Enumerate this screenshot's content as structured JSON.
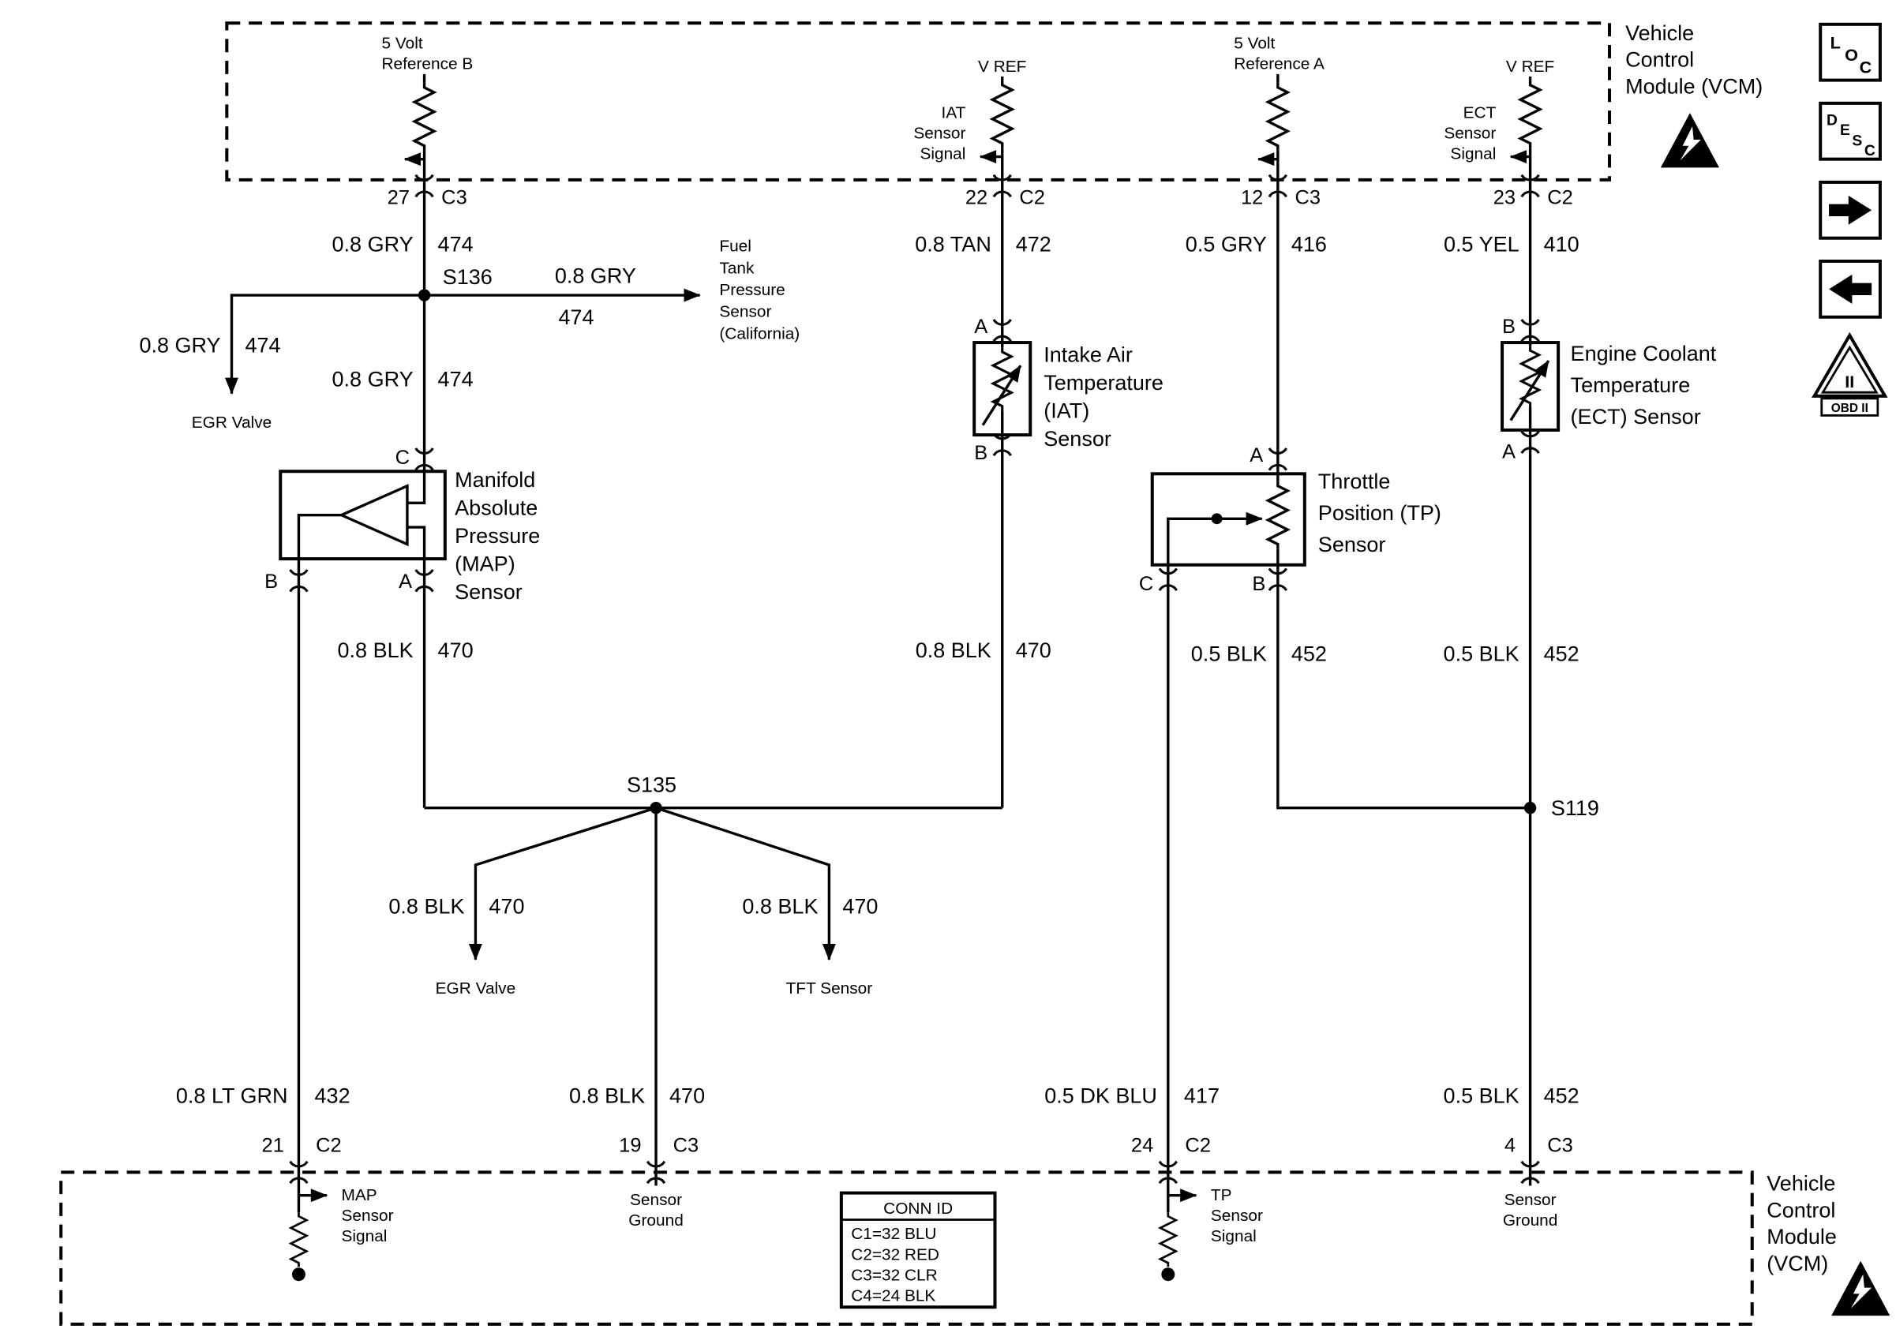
{
  "top_module": {
    "title": [
      "Vehicle",
      "Control",
      "Module (VCM)"
    ],
    "ref_b": [
      "5 Volt",
      "Reference B"
    ],
    "ref_a": [
      "5 Volt",
      "Reference A"
    ],
    "vref_iat": "V REF",
    "vref_ect": "V REF",
    "iat_signal": [
      "IAT",
      "Sensor",
      "Signal"
    ],
    "ect_signal": [
      "ECT",
      "Sensor",
      "Signal"
    ],
    "pins": {
      "map": {
        "pin": "27",
        "conn": "C3"
      },
      "iat": {
        "pin": "22",
        "conn": "C2"
      },
      "tp": {
        "pin": "12",
        "conn": "C3"
      },
      "ect": {
        "pin": "23",
        "conn": "C2"
      }
    }
  },
  "bottom_module": {
    "title": [
      "Vehicle",
      "Control",
      "Module",
      "(VCM)"
    ],
    "pins": {
      "map": {
        "pin": "21",
        "conn": "C2"
      },
      "gnd": {
        "pin": "19",
        "conn": "C3"
      },
      "tp": {
        "pin": "24",
        "conn": "C2"
      },
      "ect": {
        "pin": "4",
        "conn": "C3"
      }
    },
    "map_signal": [
      "MAP",
      "Sensor",
      "Signal"
    ],
    "tp_signal": [
      "TP",
      "Sensor",
      "Signal"
    ],
    "ground_left": [
      "Sensor",
      "Ground"
    ],
    "ground_right": [
      "Sensor",
      "Ground"
    ],
    "conn_table": {
      "header": "CONN ID",
      "rows": [
        "C1=32 BLU",
        "C2=32 RED",
        "C3=32 CLR",
        "C4=24 BLK"
      ]
    }
  },
  "wires": {
    "map_vref": {
      "spec": "0.8 GRY",
      "circuit": "474"
    },
    "map_vref_lower": {
      "spec": "0.8 GRY",
      "circuit": "474"
    },
    "egr_branch": {
      "spec": "0.8 GRY",
      "circuit": "474"
    },
    "fuel_branch": {
      "spec": "0.8 GRY",
      "circuit": "474"
    },
    "iat_vref": {
      "spec": "0.8 TAN",
      "circuit": "472"
    },
    "tp_vref": {
      "spec": "0.5 GRY",
      "circuit": "416"
    },
    "ect_vref": {
      "spec": "0.5 YEL",
      "circuit": "410"
    },
    "map_gnd": {
      "spec": "0.8 BLK",
      "circuit": "470"
    },
    "iat_gnd": {
      "spec": "0.8 BLK",
      "circuit": "470"
    },
    "tp_gnd": {
      "spec": "0.5 BLK",
      "circuit": "452"
    },
    "ect_gnd": {
      "spec": "0.5 BLK",
      "circuit": "452"
    },
    "egr_gnd": {
      "spec": "0.8 BLK",
      "circuit": "470"
    },
    "tft_gnd": {
      "spec": "0.8 BLK",
      "circuit": "470"
    },
    "main_gnd": {
      "spec": "0.8 BLK",
      "circuit": "470"
    },
    "map_signal": {
      "spec": "0.8 LT GRN",
      "circuit": "432"
    },
    "tp_signal": {
      "spec": "0.5 DK BLU",
      "circuit": "417"
    },
    "ect_gnd_lower": {
      "spec": "0.5 BLK",
      "circuit": "452"
    }
  },
  "splices": {
    "s136": "S136",
    "s135": "S135",
    "s119": "S119"
  },
  "devices": {
    "fuel_tank": [
      "Fuel",
      "Tank",
      "Pressure",
      "Sensor",
      "(California)"
    ],
    "egr_top": "EGR Valve",
    "egr_bottom": "EGR Valve",
    "tft": "TFT Sensor"
  },
  "sensors": {
    "map": {
      "name": [
        "Manifold",
        "Absolute",
        "Pressure",
        "(MAP)",
        "Sensor"
      ],
      "term_top": "C",
      "term_left": "B",
      "term_right": "A"
    },
    "iat": {
      "name": [
        "Intake Air",
        "Temperature",
        "(IAT)",
        "Sensor"
      ],
      "term_top": "A",
      "term_bottom": "B"
    },
    "tp": {
      "name": [
        "Throttle",
        "Position (TP)",
        "Sensor"
      ],
      "term_top": "A",
      "term_left": "C",
      "term_right": "B"
    },
    "ect": {
      "name": [
        "Engine Coolant",
        "Temperature",
        "(ECT) Sensor"
      ],
      "term_top": "B",
      "term_bottom": "A"
    }
  },
  "toolbar": {
    "loc": [
      "L",
      "O",
      "C"
    ],
    "desc": [
      "D",
      "E",
      "S",
      "C"
    ],
    "obd_numeral": "II",
    "obd_label": "OBD II"
  }
}
